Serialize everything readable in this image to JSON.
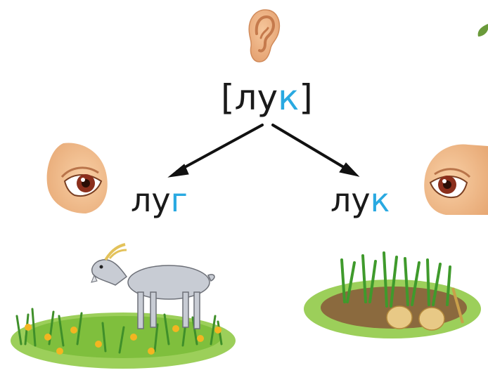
{
  "transcription": {
    "open_bracket": "[",
    "stem": "лу",
    "last_letter": "к",
    "close_bracket": "]"
  },
  "left_word": {
    "stem": "лу",
    "last_letter": "г"
  },
  "right_word": {
    "stem": "лу",
    "last_letter": "к"
  },
  "colors": {
    "highlight": "#29a9e1",
    "text": "#1a1a1a",
    "arrow": "#111111"
  },
  "icons": [
    "ear-icon",
    "left-eye-icon",
    "right-eye-icon",
    "goat-meadow-picture",
    "onion-garden-picture",
    "leaf-fragment"
  ]
}
